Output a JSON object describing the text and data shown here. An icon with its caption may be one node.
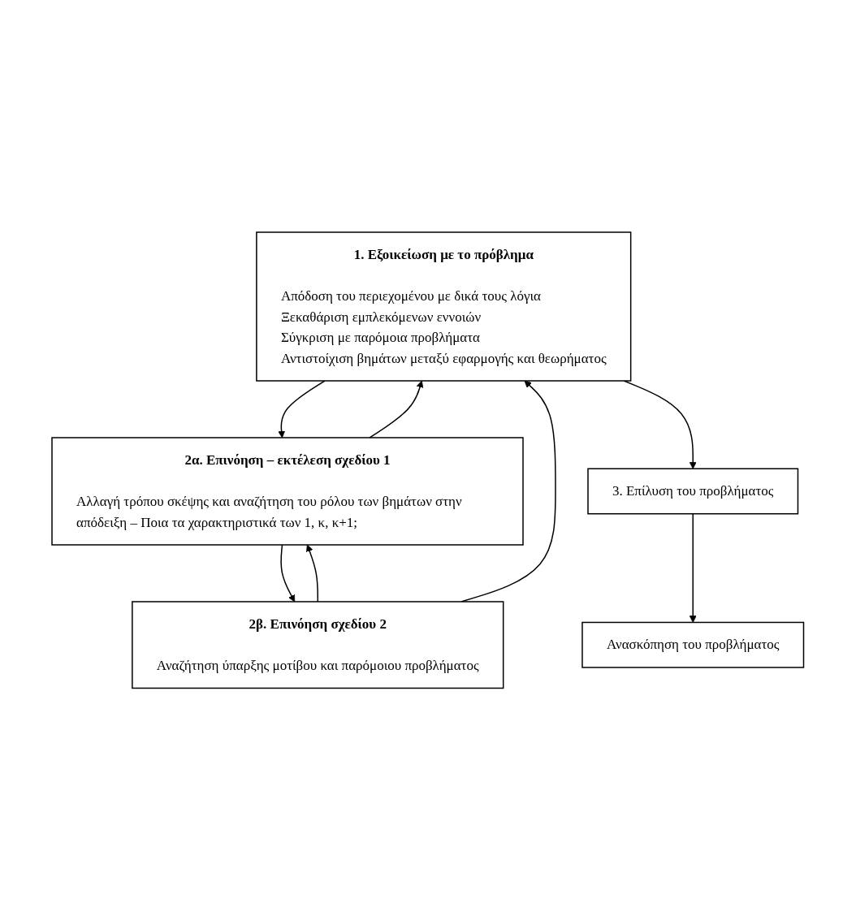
{
  "diagram": {
    "nodes": [
      {
        "text": [
          "1. Εξοικείωση με το πρόβλημα",
          "Απόδοση του περιεχομένου με δικά τους λόγια",
          "Ξεκαθάριση εμπλεκόμενων εννοιών",
          "Σύγκριση με παρόμοια προβλήματα",
          "Αντιστοίχιση βημάτων μεταξύ εφαρμογής και θεωρήματος"
        ]
      },
      {
        "text": [
          "2α. Επινόηση – εκτέλεση σχεδίου 1",
          "Αλλαγή τρόπου σκέψης και αναζήτηση του ρόλου των βημάτων στην απόδειξη – Ποια τα χαρακτηριστικά των 1, κ, κ+1;"
        ]
      },
      {
        "text": [
          "2β. Επινόηση σχεδίου 2",
          "Αναζήτηση ύπαρξης μοτίβου και παρόμοιου προβλήματος"
        ]
      },
      {
        "text": [
          "3. Επίλυση του προβλήματος"
        ]
      },
      {
        "text": [
          "Ανασκόπηση του προβλήματος"
        ]
      }
    ],
    "edges": [
      {
        "from": 0,
        "to": 1,
        "arrow": "to"
      },
      {
        "from": 1,
        "to": 2,
        "arrow": "to"
      },
      {
        "from": 2,
        "to": 1,
        "arrow": "to"
      },
      {
        "from": 1,
        "to": 0,
        "arrow": "to"
      },
      {
        "from": 2,
        "to": 0,
        "arrow": "to"
      },
      {
        "from": 0,
        "to": 3,
        "arrow": "to"
      },
      {
        "from": 3,
        "to": 4,
        "arrow": "to"
      }
    ]
  }
}
